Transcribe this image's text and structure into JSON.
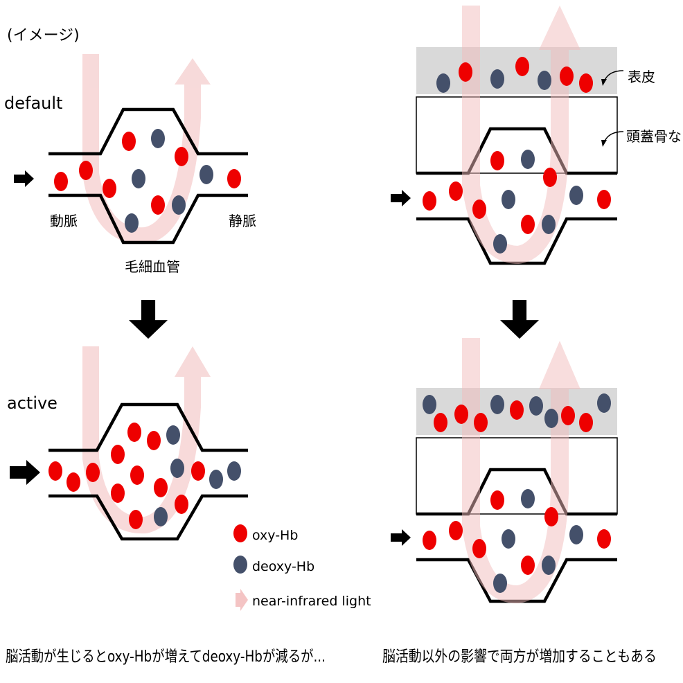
{
  "labels": {
    "image_note": "(イメージ)",
    "default": "default",
    "active": "active",
    "artery": "動脈",
    "vein": "静脈",
    "capillary": "毛細血管",
    "skin": "表皮",
    "skull": "頭蓋骨など",
    "caption_left": "脳活動が生じるとoxy-Hbが増えてdeoxy-Hbが減るが...",
    "caption_right": "脳活動以外の影響で両方が増加することもある"
  },
  "legend": {
    "oxy": "oxy-Hb",
    "deoxy": "deoxy-Hb",
    "light": "near-infrared light"
  },
  "colors": {
    "oxy": "#ee0000",
    "deoxy": "#44506a",
    "light": "#f4c4c4",
    "skin_band": "#d9d9d9",
    "line": "#000000"
  }
}
